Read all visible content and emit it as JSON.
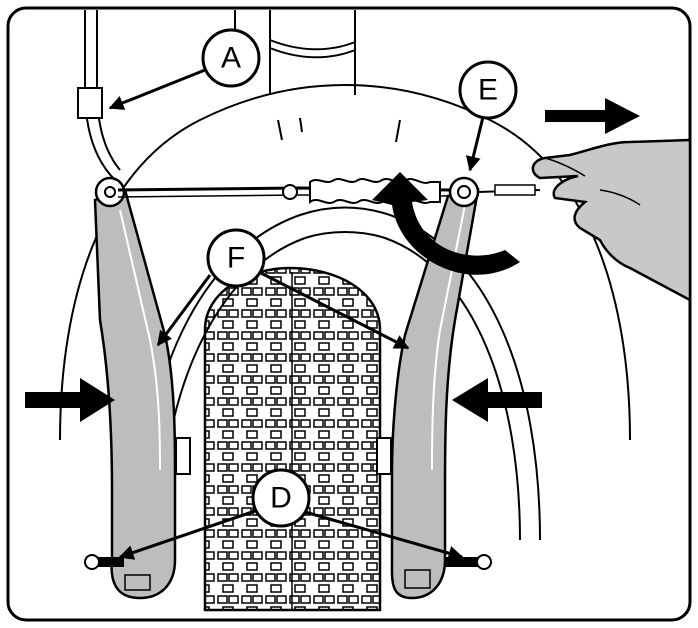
{
  "callouts": {
    "a": "A",
    "d": "D",
    "e": "E",
    "f": "F"
  },
  "colors": {
    "line": "#000000",
    "arm_fill": "#bdbdbd",
    "hand_fill": "#c8c8c8",
    "background": "#ffffff"
  },
  "icons": {
    "push_arrow": "right-arrow-icon",
    "rotate_arrow": "curved-arrow-icon",
    "callout_arrow": "pointer-arrow-icon"
  }
}
